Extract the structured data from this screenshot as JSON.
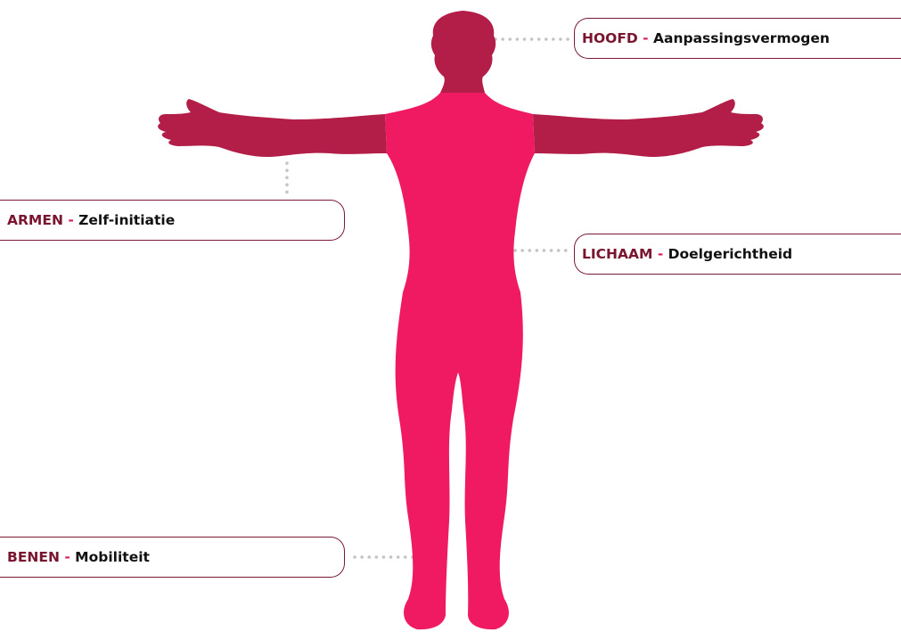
{
  "colors": {
    "head_and_arms": "#b21e47",
    "torso_and_legs": "#ef1a62",
    "connector": "#c4c4c4",
    "keyword": "#7a1530",
    "separator": "#d81e5b"
  },
  "labels": {
    "head": {
      "keyword": "HOOFD",
      "separator": " - ",
      "description": "Aanpassingsvermogen"
    },
    "arms": {
      "keyword": "ARMEN",
      "separator": " - ",
      "description": "Zelf-initiatie"
    },
    "body": {
      "keyword": "LICHAAM",
      "separator": " - ",
      "description": "Doelgerichtheid"
    },
    "legs": {
      "keyword": "BENEN",
      "separator": " - ",
      "description": "Mobiliteit"
    }
  }
}
